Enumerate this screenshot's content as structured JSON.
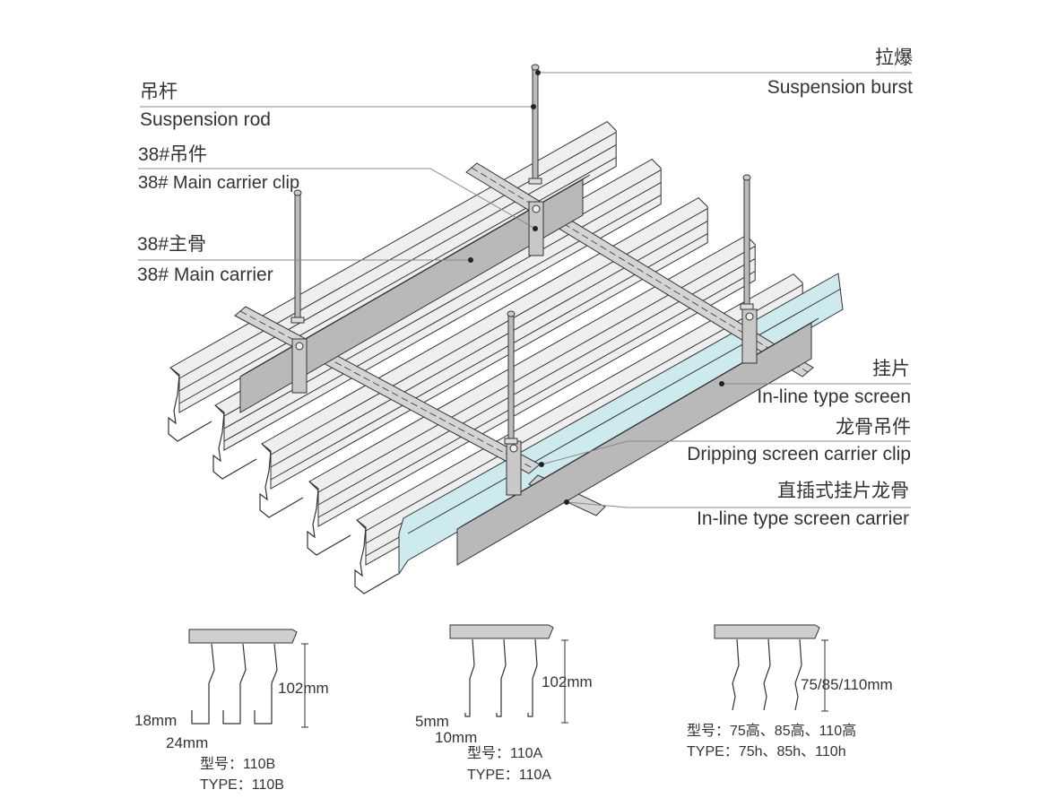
{
  "labels": {
    "suspension_rod": {
      "cn": "吊杆",
      "en": "Suspension rod"
    },
    "main_carrier_clip": {
      "cn": "38#吊件",
      "en": "38# Main carrier clip"
    },
    "main_carrier": {
      "cn": "38#主骨",
      "en": "38# Main carrier"
    },
    "suspension_burst": {
      "cn": "拉爆",
      "en": "Suspension burst"
    },
    "inline_screen": {
      "cn": "挂片",
      "en": "In-line type screen"
    },
    "screen_carrier_clip": {
      "cn": "龙骨吊件",
      "en": "Dripping screen carrier clip"
    },
    "screen_carrier": {
      "cn": "直插式挂片龙骨",
      "en": "In-line type screen carrier"
    }
  },
  "profiles": [
    {
      "id": "110B",
      "height": "102mm",
      "lip_height": "18mm",
      "width": "24mm",
      "model_cn": "型号：110B",
      "model_en": "TYPE：110B"
    },
    {
      "id": "110A",
      "height": "102mm",
      "lip_height": "5mm",
      "width": "10mm",
      "model_cn": "型号：110A",
      "model_en": "TYPE：110A"
    },
    {
      "id": "75/85/110h",
      "height": "75/85/110mm",
      "model_cn": "型号：75高、85高、110高",
      "model_en": "TYPE：75h、85h、110h"
    }
  ],
  "colors": {
    "panel": "#efefef",
    "carrier": "#b9b9b9",
    "screen": "#cdeaee",
    "line": "#333333",
    "leader": "#888888"
  }
}
